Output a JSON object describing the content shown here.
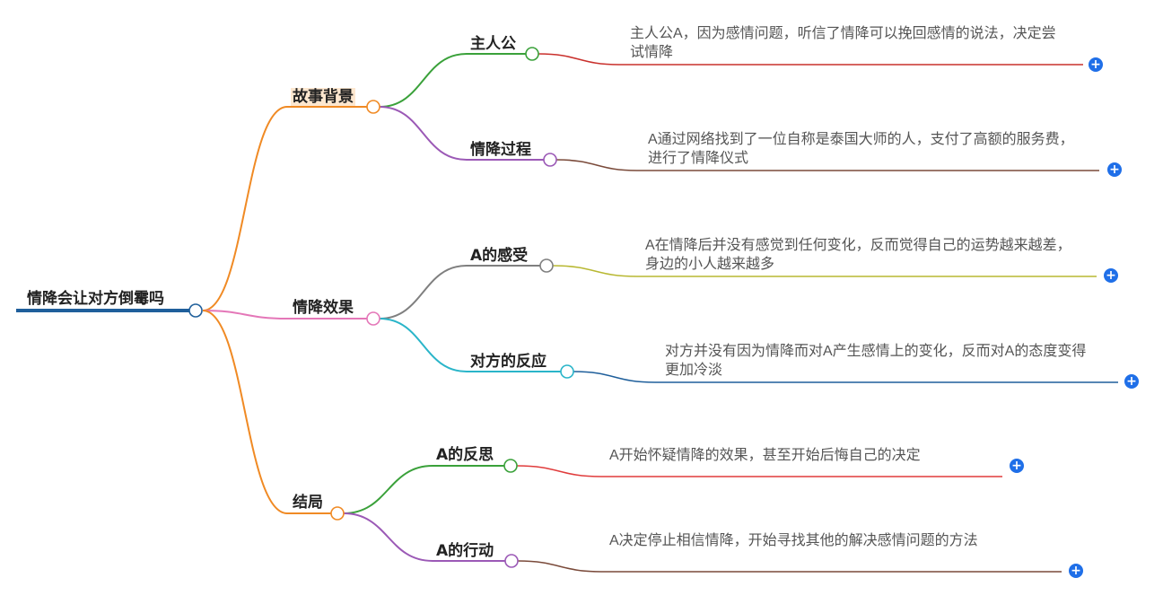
{
  "root": {
    "label": "情降会让对方倒霉吗",
    "color": "#1f5f9b"
  },
  "branches": [
    {
      "label": "故事背景",
      "color": "#f08a24",
      "highlight": true,
      "children": [
        {
          "label": "主人公",
          "color": "#3aa13a",
          "leafColor": "#c9302c",
          "text": "主人公A，因为感情问题，听信了情降可以挽回感情的说法，决定尝试情降"
        },
        {
          "label": "情降过程",
          "color": "#9b59b6",
          "leafColor": "#7a4a3a",
          "text": "A通过网络找到了一位自称是泰国大师的人，支付了高额的服务费，进行了情降仪式"
        }
      ]
    },
    {
      "label": "情降效果",
      "color": "#e477b8",
      "highlight": false,
      "children": [
        {
          "label": "A的感受",
          "color": "#7f7f7f",
          "leafColor": "#b8b832",
          "text": "A在情降后并没有感觉到任何变化，反而觉得自己的运势越来越差，身边的小人越来越多"
        },
        {
          "label": "对方的反应",
          "color": "#2ab5c9",
          "leafColor": "#1f5f9b",
          "text": "对方并没有因为情降而对A产生感情上的变化，反而对A的态度变得更加冷淡"
        }
      ]
    },
    {
      "label": "结局",
      "color": "#f08a24",
      "highlight": false,
      "children": [
        {
          "label": "A的反思",
          "color": "#3aa13a",
          "leafColor": "#e03c3c",
          "text": "A开始怀疑情降的效果，甚至开始后悔自己的决定"
        },
        {
          "label": "A的行动",
          "color": "#9b59b6",
          "leafColor": "#7a4a3a",
          "text": "A决定停止相信情降，开始寻找其他的解决感情问题的方法"
        }
      ]
    }
  ],
  "icons": {
    "expand": "plus-icon"
  },
  "expand_glyph": "+"
}
